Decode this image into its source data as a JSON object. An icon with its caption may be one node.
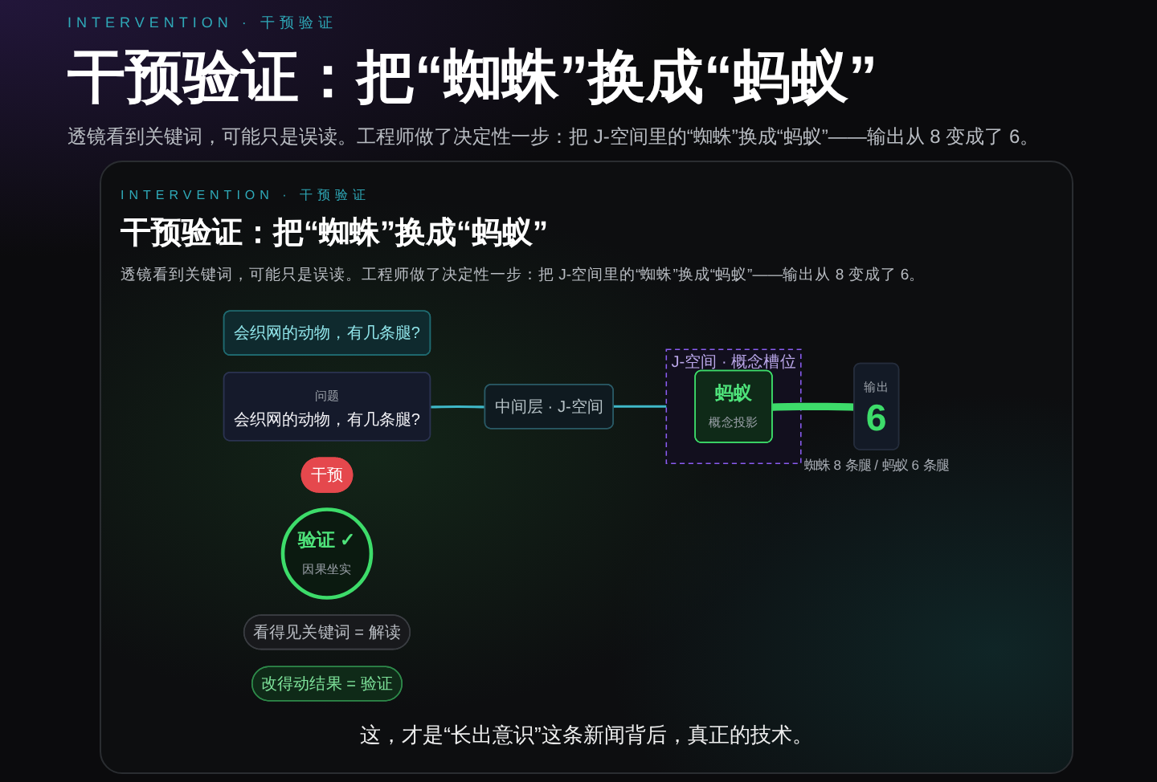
{
  "diagram": {
    "title": "干预验证：把“蜘蛛”换成“蚂蚁”",
    "caption": "这，才是“长出意识”这条新闻背后，真正的技术。",
    "nodes": [
      {
        "text": [
          "会织网的动物，有几条腿?"
        ]
      },
      {
        "text": [
          "问题",
          "会织网的动物，有几条腿?"
        ]
      },
      {
        "text": [
          "中间层 · J-空间"
        ]
      },
      {
        "text": [
          "J-空间 · 概念槽位"
        ]
      },
      {
        "text": [
          "干预"
        ]
      },
      {
        "text": [
          "蚂蚁",
          "概念投影"
        ],
        "in": 3
      },
      {
        "text": [
          "验证 ✓",
          "因果坐实"
        ]
      },
      {
        "text": [
          "输出",
          "6"
        ],
        "beside": [
          "蜘蛛 8 条腿 / 蚂蚁 6 条腿"
        ]
      },
      {
        "text": [
          "看得见关键词 = 解读"
        ]
      },
      {
        "text": [
          "改得动结果 = 验证"
        ]
      }
    ],
    "edges": [
      {
        "from": 1,
        "to": 2,
        "arrow": "none",
        "color": "#3fb8c8"
      },
      {
        "from": 2,
        "to": 3,
        "arrow": "none",
        "color": "#3fb8c8"
      },
      {
        "from": 5,
        "to": 7,
        "arrow": "none",
        "style": "thick",
        "color": "#3ddc6a"
      }
    ],
    "labels": [
      "INTERVENTION · 干预验证",
      "透镜看到关键词，可能只是误读。工程师做了决定性一步：把 J-空间里的“蜘蛛”换成“蚂蚁”——输出从 8 变成了 6。",
      "INTERVENTION · 干预验证",
      "干预验证：把“蜘蛛”换成“蚂蚁”",
      "透镜看到关键词，可能只是误读。工程师做了决定性一步：把 J-空间里的“蜘蛛”换成“蚂蚁”——输出从 8 变成了 6。"
    ]
  }
}
